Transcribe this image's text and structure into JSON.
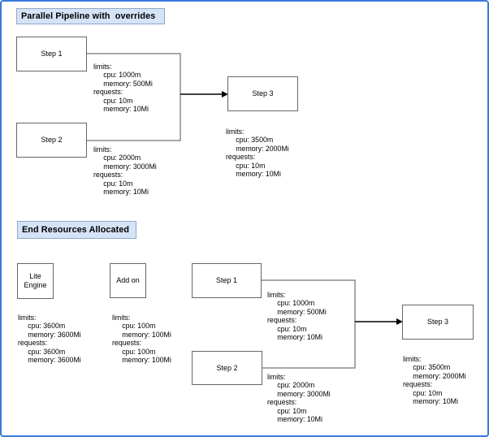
{
  "colors": {
    "frame_border": "#3c78d8",
    "title_fill": "#d5e3f6",
    "title_stroke": "#8fa8c8",
    "node_stroke": "#666666",
    "connector": "#8c8c8c",
    "arrow": "#000000"
  },
  "top_section": {
    "title": "Parallel Pipeline with  overrides",
    "nodes": {
      "step1": "Step 1",
      "step2": "Step 2",
      "step3": "Step 3"
    },
    "resources": {
      "step1": [
        "limits:",
        "     cpu: 1000m",
        "     memory: 500Mi",
        "requests:",
        "     cpu: 10m",
        "     memory: 10Mi"
      ],
      "step2": [
        "limits:",
        "     cpu: 2000m",
        "     memory: 3000Mi",
        "requests:",
        "     cpu: 10m",
        "     memory: 10Mi"
      ],
      "step3": [
        "limits:",
        "     cpu: 3500m",
        "     memory: 2000Mi",
        "requests:",
        "     cpu: 10m",
        "     memory: 10Mi"
      ]
    }
  },
  "bottom_section": {
    "title": "End Resources Allocated",
    "nodes": {
      "lite_engine": "Lite\nEngine",
      "addon": "Add on",
      "step1": "Step 1",
      "step2": "Step 2",
      "step3": "Step 3"
    },
    "resources": {
      "lite_engine": [
        "limits:",
        "     cpu: 3600m",
        "     memory: 3600Mi",
        "requests:",
        "     cpu: 3600m",
        "     memory: 3600Mi"
      ],
      "addon": [
        "limits:",
        "     cpu: 100m",
        "     memory: 100Mi",
        "requests:",
        "     cpu: 100m",
        "     memory: 100Mi"
      ],
      "step1": [
        "limits:",
        "     cpu: 1000m",
        "     memory: 500Mi",
        "requests:",
        "     cpu: 10m",
        "     memory: 10Mi"
      ],
      "step2": [
        "limits:",
        "     cpu: 2000m",
        "     memory: 3000Mi",
        "requests:",
        "     cpu: 10m",
        "     memory: 10Mi"
      ],
      "step3": [
        "limits:",
        "     cpu: 3500m",
        "     memory: 2000Mi",
        "requests:",
        "     cpu: 10m",
        "     memory: 10Mi"
      ]
    }
  }
}
